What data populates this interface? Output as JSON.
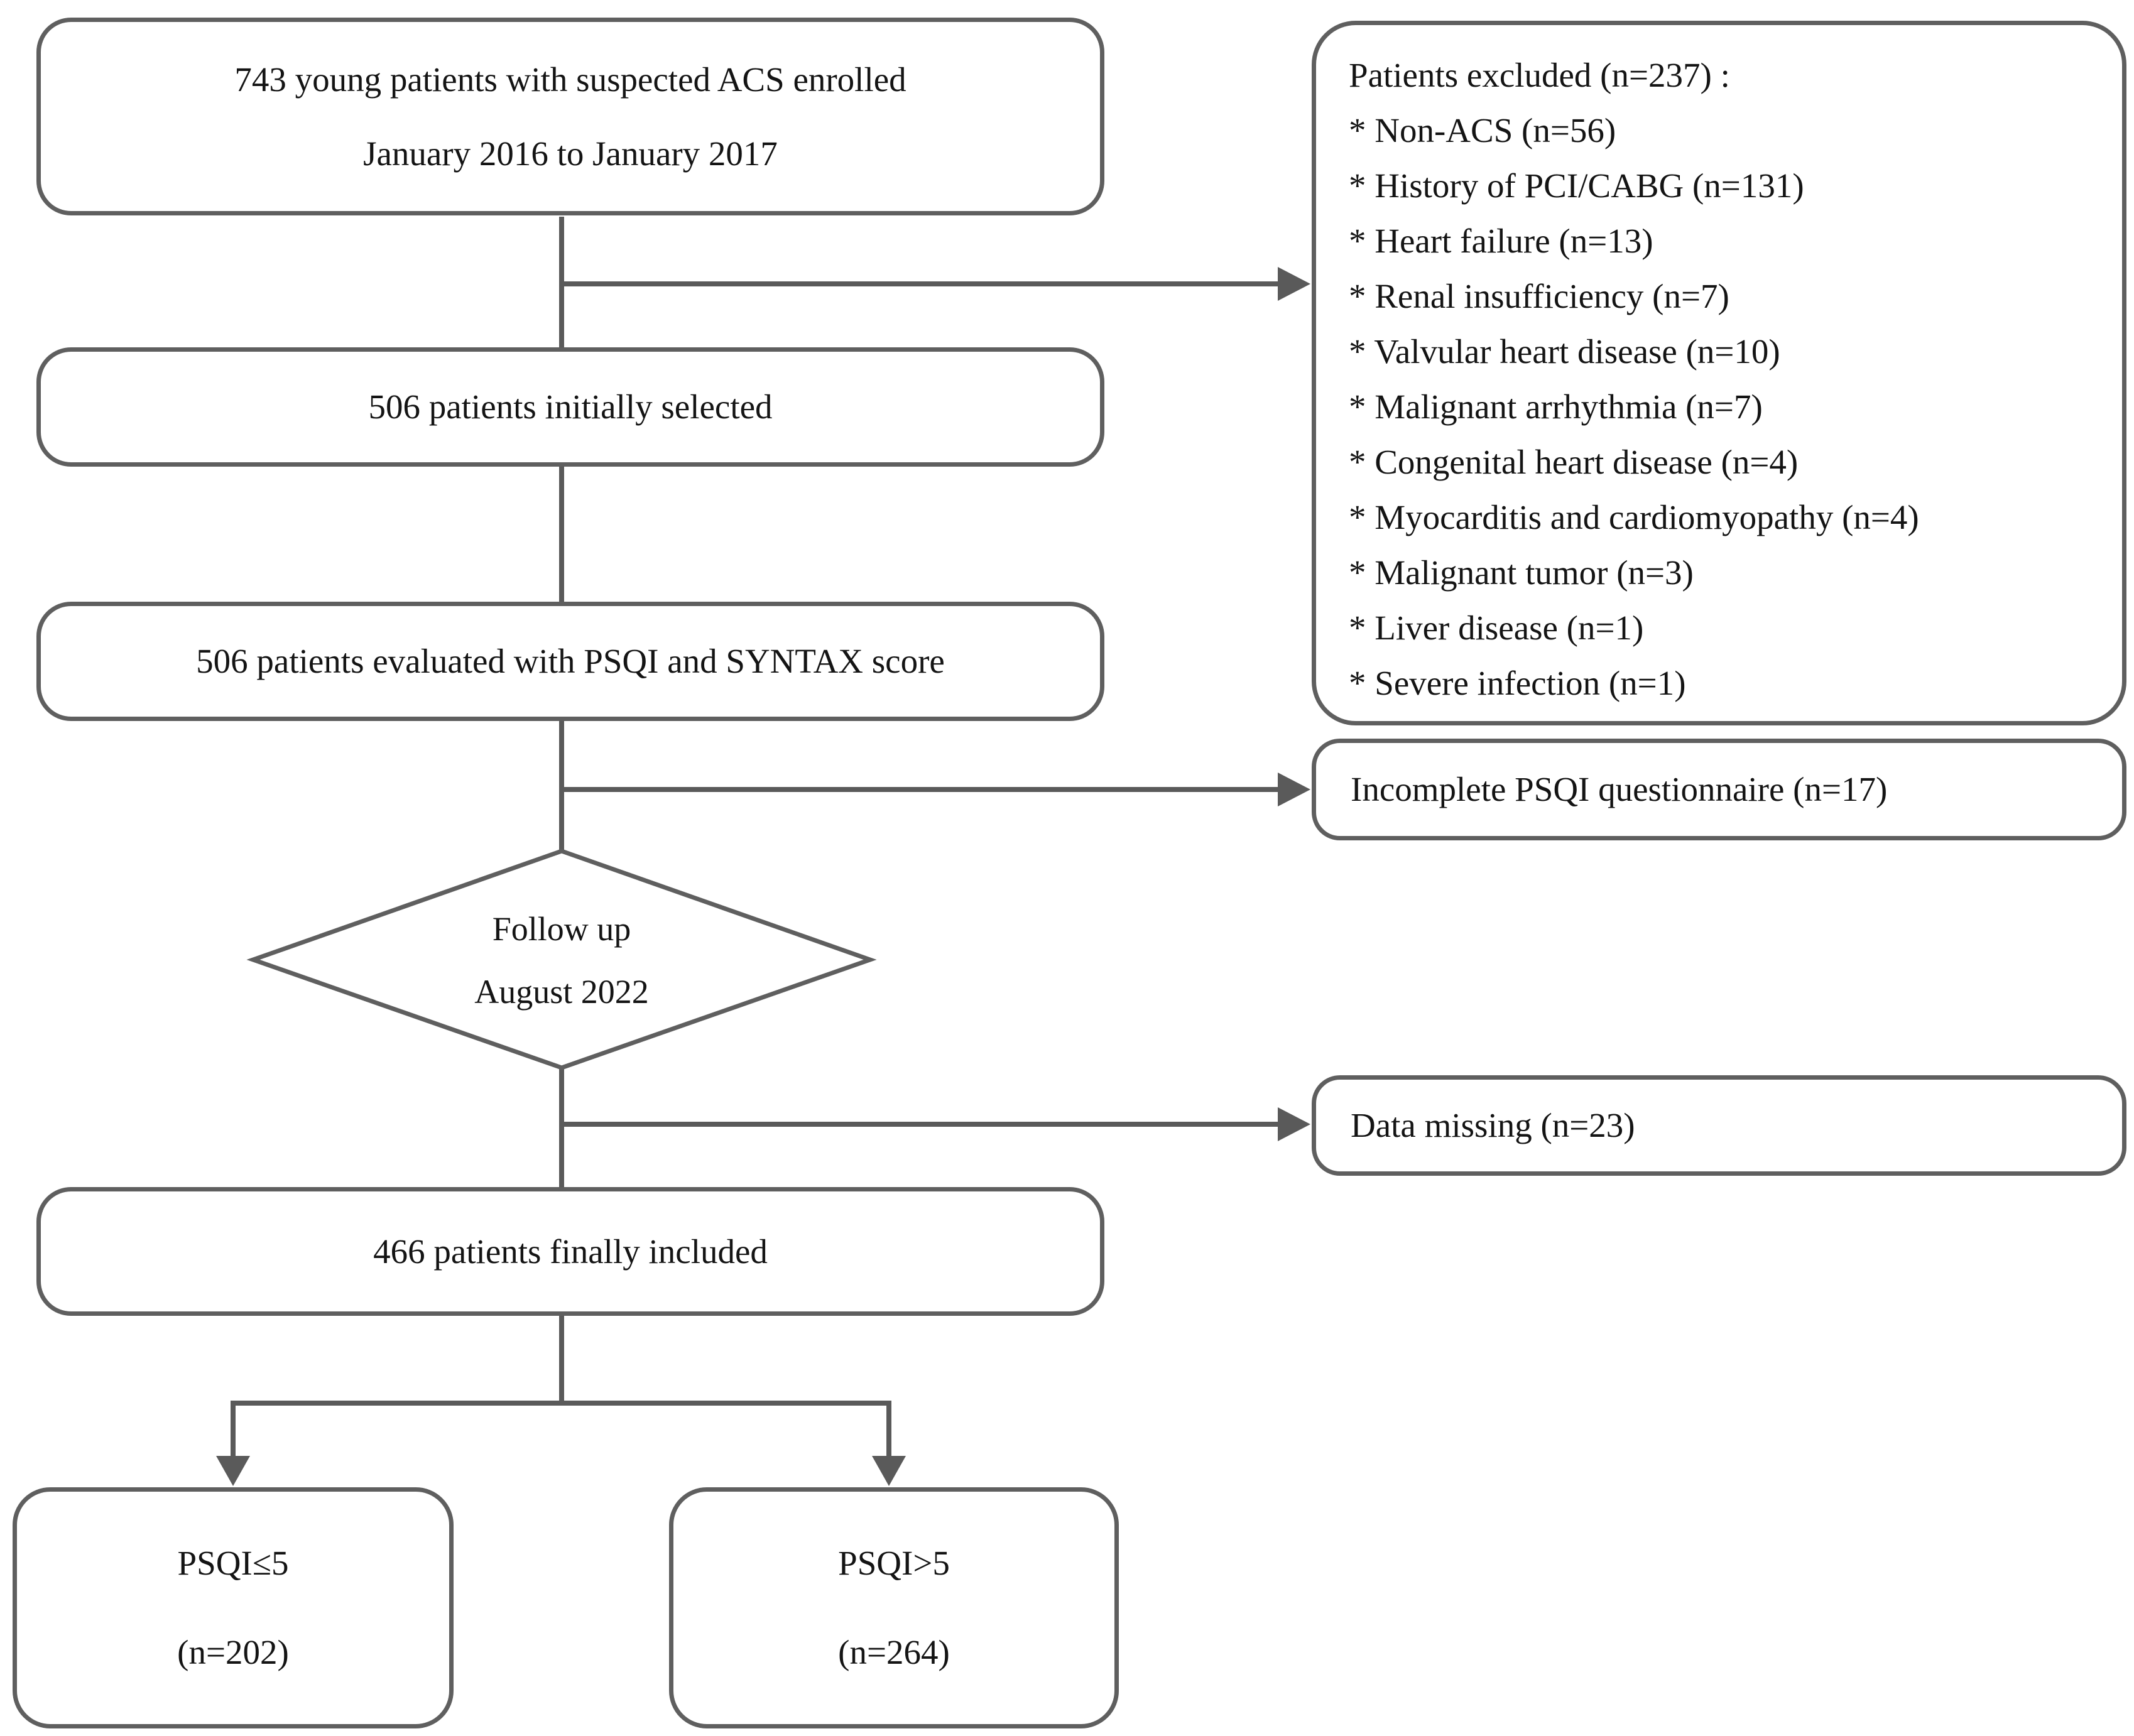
{
  "theme": {
    "background": "#ffffff",
    "line_color": "#5a5a5a",
    "border_color": "#5f5f5f",
    "text_color": "#141414"
  },
  "flowchart": {
    "enrolled_box": {
      "line1": "743 young patients with suspected ACS enrolled",
      "line2": "January 2016 to January 2017"
    },
    "excluded_box": {
      "title": "Patients excluded (n=237) :",
      "items": [
        "* Non-ACS (n=56)",
        "* History of PCI/CABG (n=131)",
        "* Heart failure (n=13)",
        "* Renal insufficiency (n=7)",
        "* Valvular heart disease (n=10)",
        "* Malignant arrhythmia (n=7)",
        "* Congenital heart disease (n=4)",
        "* Myocarditis and cardiomyopathy (n=4)",
        "* Malignant tumor (n=3)",
        "* Liver disease (n=1)",
        "* Severe infection (n=1)"
      ]
    },
    "selected_box": {
      "text": "506 patients initially selected"
    },
    "evaluated_box": {
      "text": "506 patients evaluated with PSQI and SYNTAX score"
    },
    "incomplete_box": {
      "text": "Incomplete PSQI questionnaire (n=17)"
    },
    "followup_diamond": {
      "line1": "Follow up",
      "line2": "August 2022"
    },
    "data_missing_box": {
      "text": "Data missing (n=23)"
    },
    "final_box": {
      "text": "466 patients finally included"
    },
    "psqi_low_box": {
      "line1": "PSQI≤5",
      "line2": "(n=202)"
    },
    "psqi_high_box": {
      "line1": "PSQI>5",
      "line2": "(n=264)"
    }
  }
}
